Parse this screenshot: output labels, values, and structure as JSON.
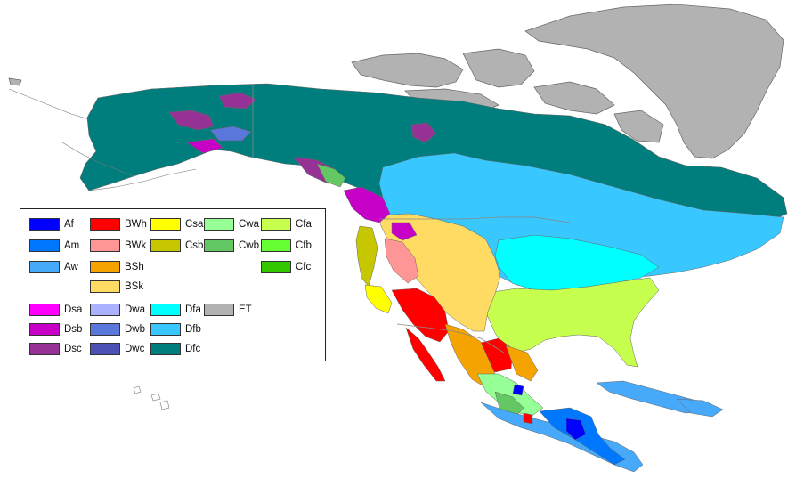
{
  "legend": {
    "items": [
      {
        "code": "Af",
        "color": "#0000fe"
      },
      {
        "code": "Am",
        "color": "#0077ff"
      },
      {
        "code": "Aw",
        "color": "#46a9fa"
      },
      {
        "code": "BWh",
        "color": "#fe0000"
      },
      {
        "code": "BWk",
        "color": "#fe9695"
      },
      {
        "code": "BSh",
        "color": "#f5a301"
      },
      {
        "code": "BSk",
        "color": "#ffdb63"
      },
      {
        "code": "Csa",
        "color": "#ffff00"
      },
      {
        "code": "Csb",
        "color": "#c6c700"
      },
      {
        "code": "Cwa",
        "color": "#96ff96"
      },
      {
        "code": "Cwb",
        "color": "#63c764"
      },
      {
        "code": "Cfa",
        "color": "#c6ff4e"
      },
      {
        "code": "Cfb",
        "color": "#66ff33"
      },
      {
        "code": "Cfc",
        "color": "#33c701"
      },
      {
        "code": "Dsa",
        "color": "#ff00fe"
      },
      {
        "code": "Dsb",
        "color": "#c600c7"
      },
      {
        "code": "Dsc",
        "color": "#963296"
      },
      {
        "code": "Dwa",
        "color": "#abb1ff"
      },
      {
        "code": "Dwb",
        "color": "#5a77db"
      },
      {
        "code": "Dwc",
        "color": "#4c51b5"
      },
      {
        "code": "Dfa",
        "color": "#00ffff"
      },
      {
        "code": "Dfb",
        "color": "#38c7ff"
      },
      {
        "code": "Dfc",
        "color": "#007e7d"
      },
      {
        "code": "ET",
        "color": "#b2b2b2"
      }
    ]
  },
  "map": {
    "ocean_color": "#ffffff",
    "border_color": "#888888"
  }
}
